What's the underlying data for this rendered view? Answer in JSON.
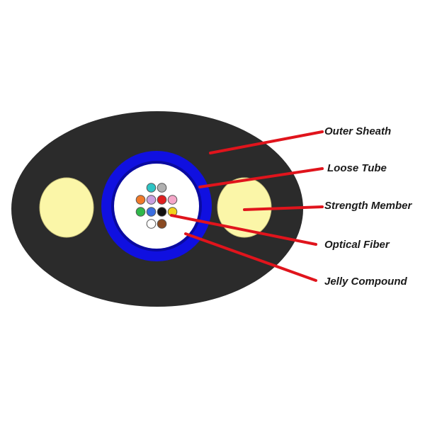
{
  "labels": {
    "outer_sheath": "Outer Sheath",
    "loose_tube": "Loose Tube",
    "strength_member": "Strength Member",
    "optical_fiber": "Optical Fiber",
    "jelly_compound": "Jelly Compound"
  },
  "colors": {
    "sheath": "#2b2b2b",
    "loose_tube": "#1010e0",
    "strength_member": "#fbf6a8",
    "jelly": "#ffffff",
    "leader_line": "#e0141c"
  },
  "fibers": [
    {
      "color": "#2ec4c4"
    },
    {
      "color": "#b0b0b0"
    },
    {
      "color": "#f07a2a"
    },
    {
      "color": "#c9a0e0"
    },
    {
      "color": "#e02020"
    },
    {
      "color": "#f4a6c8"
    },
    {
      "color": "#2fb84a"
    },
    {
      "color": "#3a6ee0"
    },
    {
      "color": "#111111"
    },
    {
      "color": "#f2d21c"
    },
    {
      "color": "#ffffff"
    },
    {
      "color": "#8a4a22"
    }
  ]
}
